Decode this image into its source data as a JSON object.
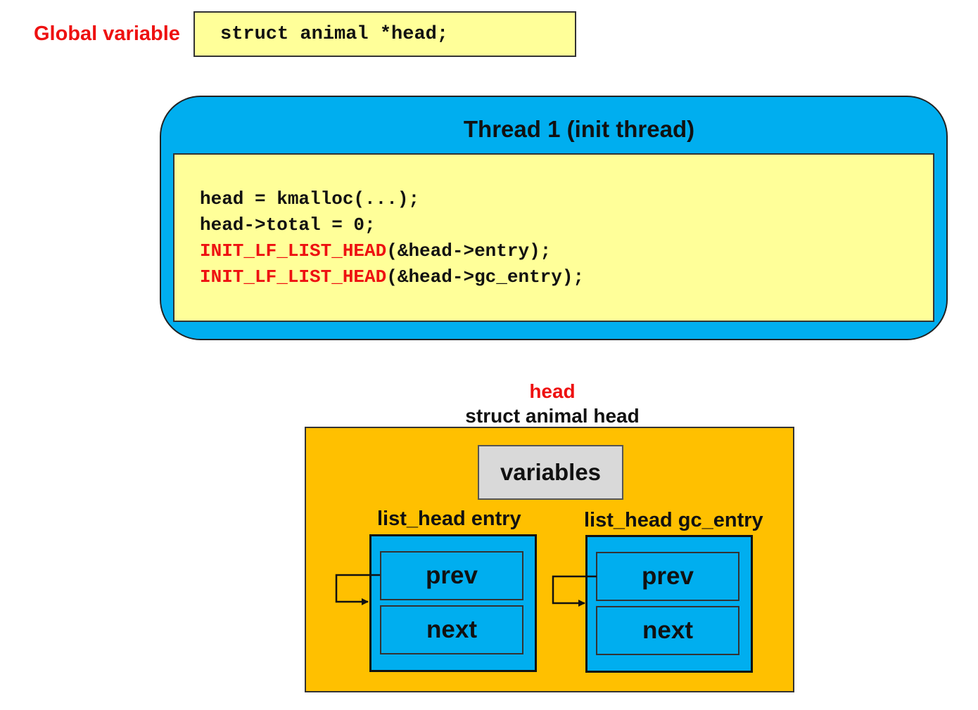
{
  "global_variable": {
    "label": "Global variable",
    "code": "struct animal *head;"
  },
  "thread": {
    "title": "Thread 1 (init thread)",
    "code_lines": [
      {
        "keyword": "",
        "rest": "head = kmalloc(...);"
      },
      {
        "keyword": "",
        "rest": "head->total = 0;"
      },
      {
        "keyword": "INIT_LF_LIST_HEAD",
        "rest": "(&head->entry);"
      },
      {
        "keyword": "INIT_LF_LIST_HEAD",
        "rest": "(&head->gc_entry);"
      }
    ]
  },
  "struct": {
    "name": "head",
    "type": "struct animal head",
    "variables_label": "variables",
    "list_heads": [
      {
        "label": "list_head entry",
        "fields": [
          "prev",
          "next"
        ]
      },
      {
        "label": "list_head gc_entry",
        "fields": [
          "prev",
          "next"
        ]
      }
    ]
  },
  "colors": {
    "highlight_red": "#ee1111",
    "code_bg": "#ffff99",
    "thread_blue": "#00aeef",
    "struct_orange": "#ffc000",
    "variables_gray": "#d9d9d9"
  }
}
